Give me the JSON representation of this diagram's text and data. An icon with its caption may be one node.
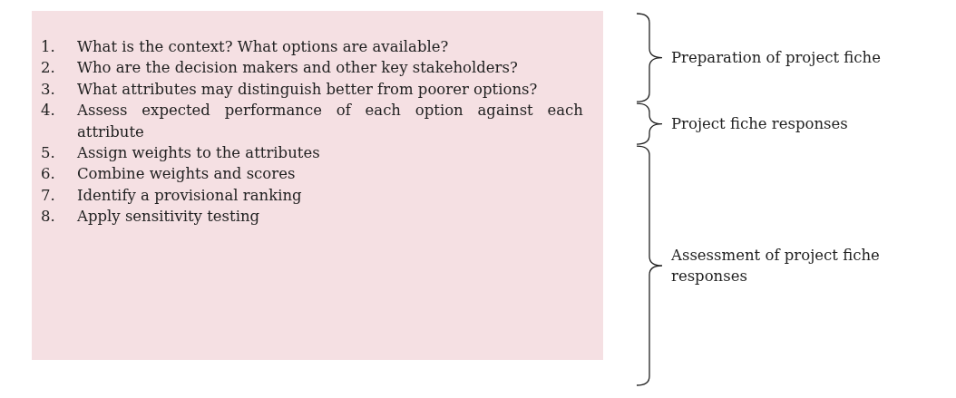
{
  "diagram": {
    "nodes": [
      {
        "text": [
          "1. What is the context? What options are available?",
          "2. Who are the decision makers and other key stakeholders?",
          "3. What attributes may distinguish better from poorer options?",
          "4. Assess expected performance of each option against each attribute",
          "5. Assign weights to the attributes",
          "6. Combine weights and scores",
          "7. Identify a provisional ranking",
          "8. Apply sensitivity testing"
        ]
      }
    ],
    "labels": [
      "Preparation of project fiche",
      "Project fiche responses",
      "Assessment of project fiche responses"
    ]
  }
}
